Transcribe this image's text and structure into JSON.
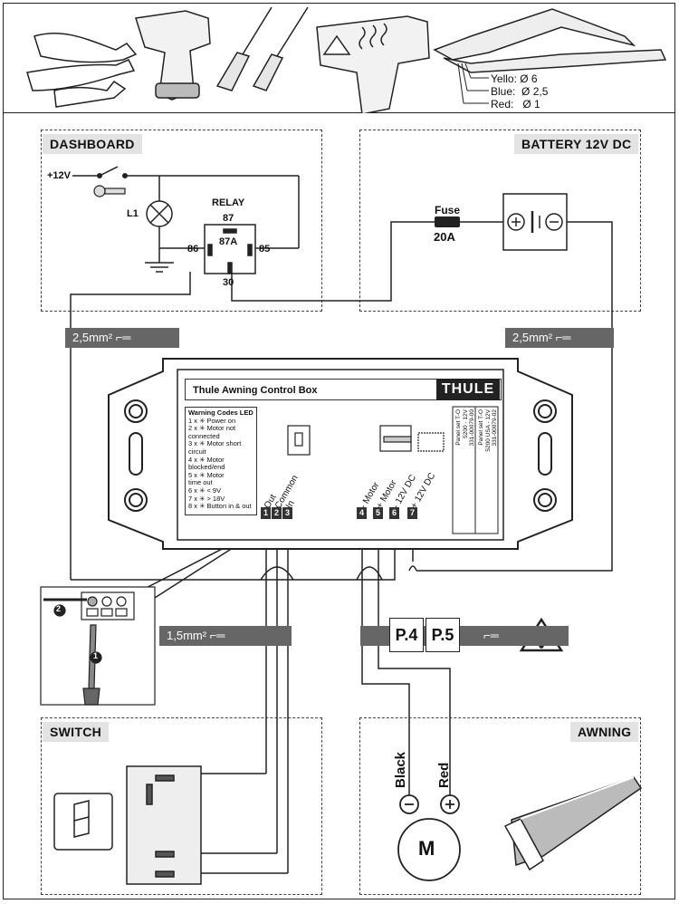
{
  "tools": {
    "crimp_sizes": [
      {
        "color": "Yello:",
        "size": "Ø 6"
      },
      {
        "color": "Blue:",
        "size": "Ø 2,5"
      },
      {
        "color": "Red:",
        "size": "Ø 1"
      }
    ]
  },
  "dashboard": {
    "title": "DASHBOARD",
    "supply": "+12V",
    "lamp": "L1",
    "relay": {
      "title": "RELAY",
      "pin87": "87",
      "pin87a": "87A",
      "pin86": "86",
      "pin85": "85",
      "pin30": "30"
    }
  },
  "battery": {
    "title": "BATTERY 12V DC",
    "fuse_label": "Fuse",
    "fuse_rating": "20A"
  },
  "wire_tags": {
    "left": "2,5mm²",
    "right": "2,5mm²",
    "switch": "1,5mm²"
  },
  "control_box": {
    "title": "Thule Awning Control Box",
    "logo": "THULE",
    "warning_title": "Warning Codes LED",
    "warnings": [
      "1 x ✳ Power on",
      "2 x ✳ Motor not",
      "       connected",
      "3 x ✳ Motor short",
      "       circuit",
      "4 x ✳ Motor",
      "       blocked/end",
      "5 x ✳ Motor",
      "       time out",
      "6 x ✳ < 9V",
      "7 x ✳ > 18V",
      "8 x ✳ Button in & out"
    ],
    "terminals": [
      {
        "num": "1",
        "label": "Out"
      },
      {
        "num": "2",
        "label": "Common"
      },
      {
        "num": "3",
        "label": "In"
      },
      {
        "num": "4",
        "label": "- Motor"
      },
      {
        "num": "5",
        "label": "+ Motor"
      },
      {
        "num": "6",
        "label": "- 12V DC"
      },
      {
        "num": "7",
        "label": "+ 12V DC"
      }
    ],
    "panel_texts": [
      "Panel set T-O",
      "5200 - 12V",
      "331-00079-00",
      "Panel set T-O",
      "5200 USA - 12V",
      "331-00079-02"
    ]
  },
  "page_refs": [
    "P.4",
    "P.5"
  ],
  "switch": {
    "title": "SWITCH"
  },
  "awning": {
    "title": "AWNING"
  },
  "motor": {
    "label": "M",
    "neg_wire": "Black",
    "pos_wire": "Red"
  },
  "callouts": [
    "2",
    "1"
  ]
}
